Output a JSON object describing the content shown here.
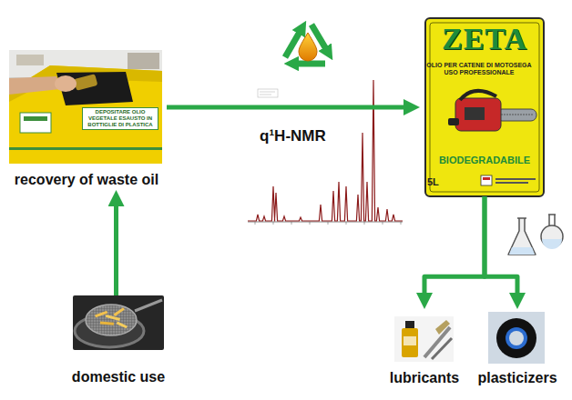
{
  "diagram": {
    "nodes": [
      {
        "text": [
          "DEPOSITARE OLIO VEGETALE ESAUSTO IN BOTTIGLIE DI PLASTICA",
          "recovery of waste oil"
        ]
      },
      {
        "text": [
          "ZETA",
          "OLIO PER CATENE DI MOTOSEGA USO PROFESSIONALE",
          "BIODEGRADABILE",
          "5L"
        ]
      },
      {
        "text": [
          "domestic use"
        ]
      },
      {
        "text": [
          "lubricants"
        ]
      },
      {
        "text": [
          "plasticizers"
        ]
      }
    ],
    "edges": [
      {
        "from": 2,
        "to": 0,
        "arrow": "to"
      },
      {
        "from": 0,
        "to": 1,
        "label": "q¹H-NMR",
        "arrow": "to"
      },
      {
        "from": 1,
        "to": 3,
        "arrow": "to"
      },
      {
        "from": 1,
        "to": 4,
        "arrow": "to"
      }
    ]
  }
}
